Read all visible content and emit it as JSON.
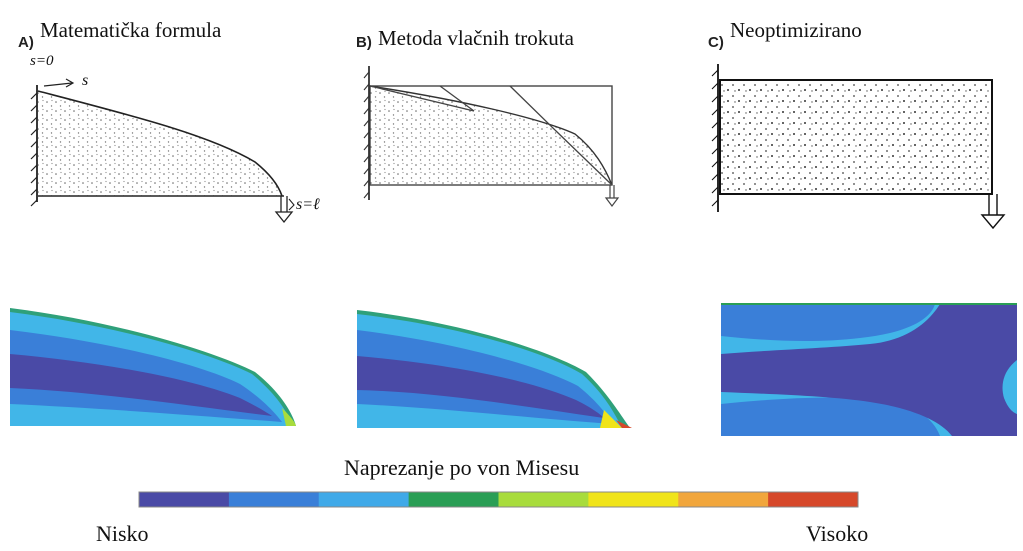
{
  "panels": [
    {
      "letter": "A)",
      "title": "Matematička formula"
    },
    {
      "letter": "B)",
      "title": "Metoda vlačnih trokuta"
    },
    {
      "letter": "C)",
      "title": "Neoptimizirano"
    }
  ],
  "sketch_labels": {
    "s_zero": "s=0",
    "s_axis": "s",
    "s_end": "s=ℓ"
  },
  "legend": {
    "title": "Naprezanje po von Misesu",
    "low": "Nisko",
    "high": "Visoko",
    "colors": [
      "#4a4aa6",
      "#3a7fd8",
      "#3fa9e8",
      "#2a9e55",
      "#a8dc3c",
      "#f0e41a",
      "#f1a63c",
      "#d6482a"
    ]
  }
}
